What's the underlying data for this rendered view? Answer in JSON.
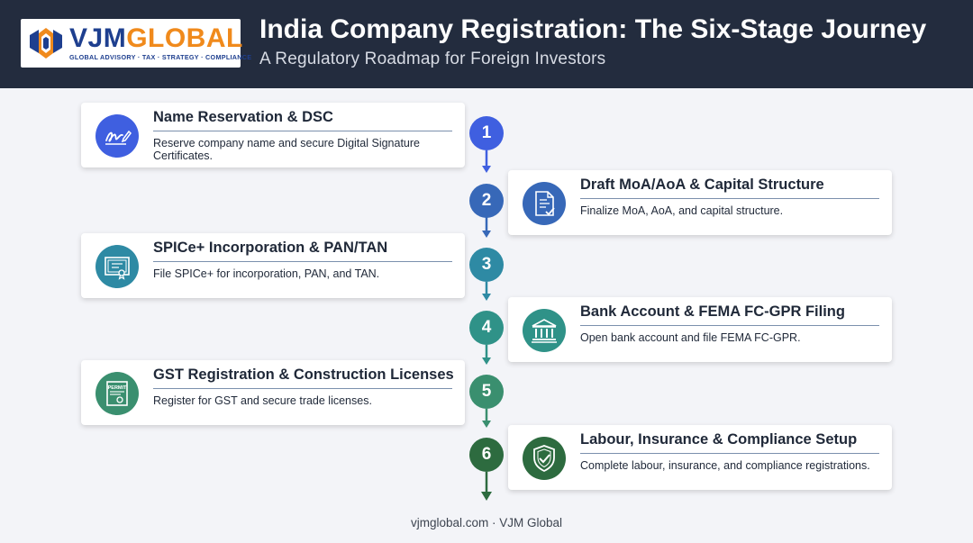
{
  "brand": {
    "word_a": "VJM",
    "word_b": "GLOBAL",
    "tagline": "GLOBAL ADVISORY · TAX · STRATEGY · COMPLIANCE"
  },
  "header": {
    "title": "India Company Registration: The Six-Stage Journey",
    "subtitle": "A Regulatory Roadmap for Foreign Investors"
  },
  "stages": [
    {
      "number": "1",
      "title": "Name Reservation & DSC",
      "description": "Reserve company name and secure Digital Signature Certificates.",
      "color": "#3f5fe0",
      "icon": "signature-icon"
    },
    {
      "number": "2",
      "title": "Draft MoA/AoA & Capital Structure",
      "description": "Finalize MoA, AoA, and capital structure.",
      "color": "#3768b8",
      "icon": "document-check-icon"
    },
    {
      "number": "3",
      "title": "SPICe+ Incorporation & PAN/TAN",
      "description": "File SPICe+ for incorporation, PAN, and TAN.",
      "color": "#2e8aa4",
      "icon": "certificate-icon"
    },
    {
      "number": "4",
      "title": "Bank Account & FEMA FC-GPR Filing",
      "description": "Open bank account and file FEMA FC-GPR.",
      "color": "#2f9288",
      "icon": "bank-icon"
    },
    {
      "number": "5",
      "title": "GST Registration & Construction Licenses",
      "description": "Register for GST and secure trade licenses.",
      "color": "#3a8f6f",
      "icon": "permit-icon",
      "icon_text": "PERMIT"
    },
    {
      "number": "6",
      "title": "Labour, Insurance & Compliance Setup",
      "description": "Complete labour, insurance, and compliance registrations.",
      "color": "#2d6b3f",
      "icon": "shield-check-icon"
    }
  ],
  "footer": {
    "text": "vjmglobal.com · VJM Global"
  }
}
